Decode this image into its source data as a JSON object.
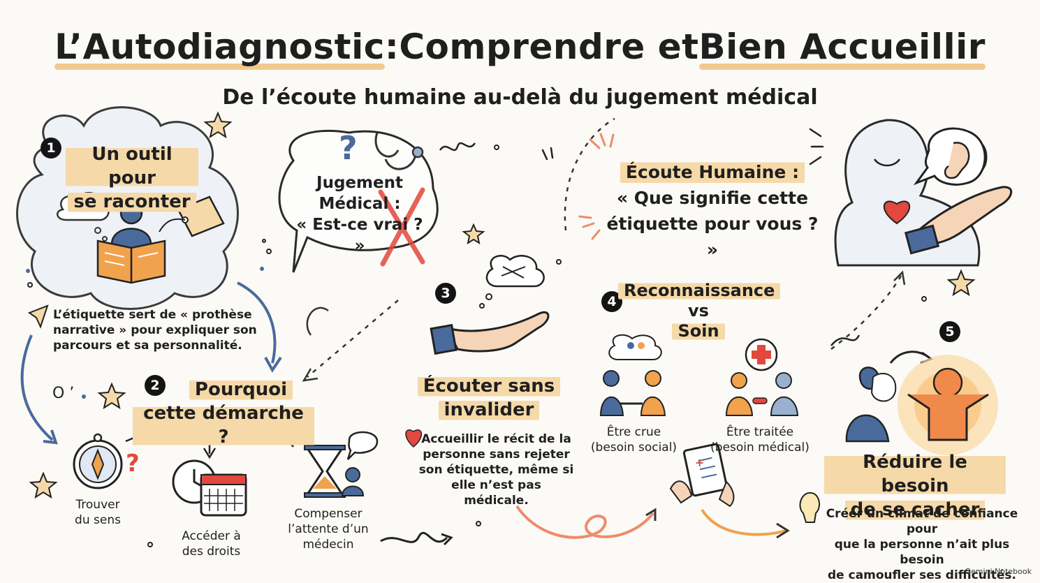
{
  "title": {
    "part1": "L’Autodiagnostic",
    "sep": " : ",
    "part2": "Comprendre et ",
    "part3": "Bien Accueillir"
  },
  "subtitle": "De l’écoute humaine au-delà du jugement médical",
  "s1": {
    "num": "1",
    "title_l1": "Un outil pour",
    "title_l2": "se raconter",
    "text_l1": "L’étiquette sert de « prothèse",
    "text_l2": "narrative » pour expliquer son",
    "text_l3": "parcours et sa personnalité."
  },
  "judgment": {
    "l1": "Jugement",
    "l2": "Médical :",
    "l3": "« Est-ce vrai ? »"
  },
  "listen": {
    "l1": "Écoute Humaine :",
    "l2": "« Que signifie cette",
    "l3": "étiquette pour vous ? »"
  },
  "s2": {
    "num": "2",
    "title_l1": "Pourquoi",
    "title_l2": "cette démarche ?",
    "items": [
      {
        "l1": "Trouver",
        "l2": "du sens"
      },
      {
        "l1": "Accéder à",
        "l2": "des droits"
      },
      {
        "l1": "Compenser",
        "l2": "l’attente d’un",
        "l3": "médecin"
      }
    ]
  },
  "s3": {
    "num": "3",
    "title_l1": "Écouter sans",
    "title_l2": "invalider",
    "text_l1": "Accueillir le récit de la",
    "text_l2": "personne sans rejeter",
    "text_l3": "son étiquette, même si",
    "text_l4": "elle n’est pas médicale."
  },
  "s4": {
    "num": "4",
    "title_l1": "Reconnaissance",
    "title_l2": "vs",
    "title_l3": "Soin",
    "left_l1": "Être crue",
    "left_l2": "(besoin social)",
    "right_l1": "Être traitée",
    "right_l2": "(besoin médical)"
  },
  "s5": {
    "num": "5",
    "title_l1": "Réduire le besoin",
    "title_l2": "de se cacher",
    "text_l1": "Créer un climat de confiance pour",
    "text_l2": "que la personne n’ait plus besoin",
    "text_l3": "de camoufler ses difficultés."
  },
  "credit": "Gemini Notebook",
  "colors": {
    "accent": "#f6d9a9",
    "blue": "#4a6a9c",
    "orange": "#f0a24c",
    "red": "#e2483d",
    "ink": "#1f1f1f"
  }
}
